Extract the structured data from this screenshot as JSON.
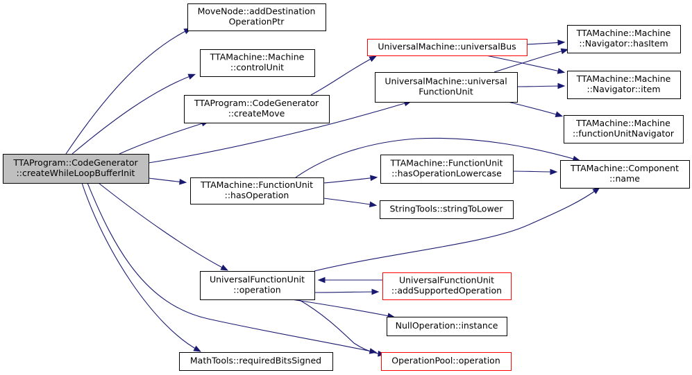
{
  "colors": {
    "edge": "#191970",
    "normal_border": "#000000",
    "highlight_border": "#ff0000",
    "focus_fill": "#bfbfbf",
    "fill": "#ffffff"
  },
  "nodes": [
    {
      "id": "root",
      "lines": [
        "TTAProgram::CodeGenerator",
        "::createWhileLoopBufferInit"
      ],
      "style": "focus"
    },
    {
      "id": "n1",
      "lines": [
        "MoveNode::addDestination",
        "OperationPtr"
      ],
      "style": "normal"
    },
    {
      "id": "n2",
      "lines": [
        "TTAMachine::Machine",
        "::controlUnit"
      ],
      "style": "normal"
    },
    {
      "id": "n3",
      "lines": [
        "TTAProgram::CodeGenerator",
        "::createMove"
      ],
      "style": "normal"
    },
    {
      "id": "n4",
      "lines": [
        "UniversalMachine::universalBus"
      ],
      "style": "red"
    },
    {
      "id": "n5",
      "lines": [
        "UniversalMachine::universal",
        "FunctionUnit"
      ],
      "style": "normal"
    },
    {
      "id": "n6",
      "lines": [
        "TTAMachine::Machine",
        "::Navigator::hasItem"
      ],
      "style": "normal"
    },
    {
      "id": "n7",
      "lines": [
        "TTAMachine::Machine",
        "::Navigator::item"
      ],
      "style": "normal"
    },
    {
      "id": "n8",
      "lines": [
        "TTAMachine::Machine",
        "::functionUnitNavigator"
      ],
      "style": "normal"
    },
    {
      "id": "n9",
      "lines": [
        "TTAMachine::FunctionUnit",
        "::hasOperation"
      ],
      "style": "normal"
    },
    {
      "id": "n10",
      "lines": [
        "TTAMachine::FunctionUnit",
        "::hasOperationLowercase"
      ],
      "style": "normal"
    },
    {
      "id": "n11",
      "lines": [
        "TTAMachine::Component",
        "::name"
      ],
      "style": "normal"
    },
    {
      "id": "n12",
      "lines": [
        "StringTools::stringToLower"
      ],
      "style": "normal"
    },
    {
      "id": "n13",
      "lines": [
        "UniversalFunctionUnit",
        "::operation"
      ],
      "style": "normal"
    },
    {
      "id": "n14",
      "lines": [
        "UniversalFunctionUnit",
        "::addSupportedOperation"
      ],
      "style": "red"
    },
    {
      "id": "n15",
      "lines": [
        "NullOperation::instance"
      ],
      "style": "normal"
    },
    {
      "id": "n16",
      "lines": [
        "MathTools::requiredBitsSigned"
      ],
      "style": "normal"
    },
    {
      "id": "n17",
      "lines": [
        "OperationPool::operation"
      ],
      "style": "red"
    }
  ],
  "edges": [
    {
      "from": "root",
      "to": "n1"
    },
    {
      "from": "root",
      "to": "n2"
    },
    {
      "from": "root",
      "to": "n3"
    },
    {
      "from": "root",
      "to": "n5"
    },
    {
      "from": "root",
      "to": "n9"
    },
    {
      "from": "root",
      "to": "n13"
    },
    {
      "from": "root",
      "to": "n16"
    },
    {
      "from": "root",
      "to": "n17"
    },
    {
      "from": "n3",
      "to": "n4"
    },
    {
      "from": "n4",
      "to": "n6"
    },
    {
      "from": "n4",
      "to": "n7"
    },
    {
      "from": "n5",
      "to": "n6"
    },
    {
      "from": "n5",
      "to": "n7"
    },
    {
      "from": "n5",
      "to": "n8"
    },
    {
      "from": "n9",
      "to": "n10"
    },
    {
      "from": "n9",
      "to": "n11"
    },
    {
      "from": "n9",
      "to": "n12"
    },
    {
      "from": "n10",
      "to": "n11"
    },
    {
      "from": "n13",
      "to": "n11"
    },
    {
      "from": "n13",
      "to": "n14"
    },
    {
      "from": "n14",
      "to": "n13"
    },
    {
      "from": "n13",
      "to": "n15"
    },
    {
      "from": "n13",
      "to": "n17"
    }
  ]
}
